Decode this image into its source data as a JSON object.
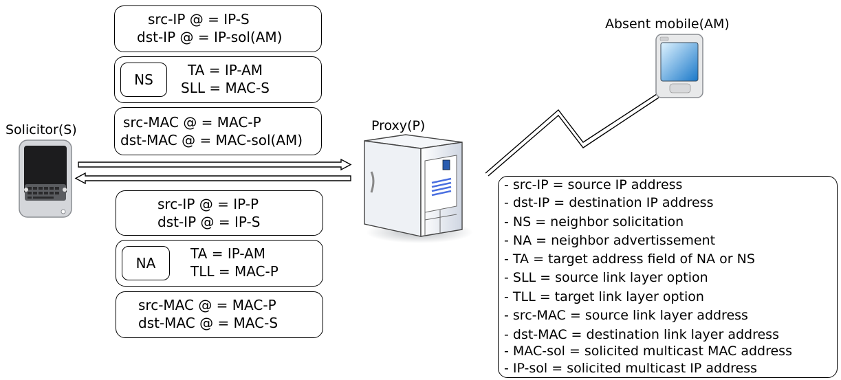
{
  "nodes": {
    "solicitor": "Solicitor(S)",
    "proxy": "Proxy(P)",
    "absent_mobile": "Absent mobile(AM)"
  },
  "ns_message": {
    "ip": [
      "src-IP @ = IP-S",
      "dst-IP @ = IP-sol(AM)"
    ],
    "icmp_tag": "NS",
    "icmp": [
      "TA = IP-AM",
      "SLL = MAC-S"
    ],
    "mac": [
      "src-MAC @ = MAC-P",
      "dst-MAC @ = MAC-sol(AM)"
    ]
  },
  "na_message": {
    "ip": [
      "src-IP @ = IP-P",
      "dst-IP @ = IP-S"
    ],
    "icmp_tag": "NA",
    "icmp": [
      "TA = IP-AM",
      "TLL = MAC-P"
    ],
    "mac": [
      "src-MAC @ = MAC-P",
      "dst-MAC @ = MAC-S"
    ]
  },
  "legend": [
    "- src-IP = source IP address",
    "- dst-IP = destination IP address",
    "- NS = neighbor solicitation",
    "- NA = neighbor advertissement",
    "- TA = target address field of NA or NS",
    "- SLL = source link layer option",
    "- TLL = target link layer option",
    "- src-MAC = source link layer address",
    "- dst-MAC = destination link layer address",
    "- MAC-sol = solicited multicast MAC address",
    "- IP-sol = solicited multicast IP address"
  ]
}
